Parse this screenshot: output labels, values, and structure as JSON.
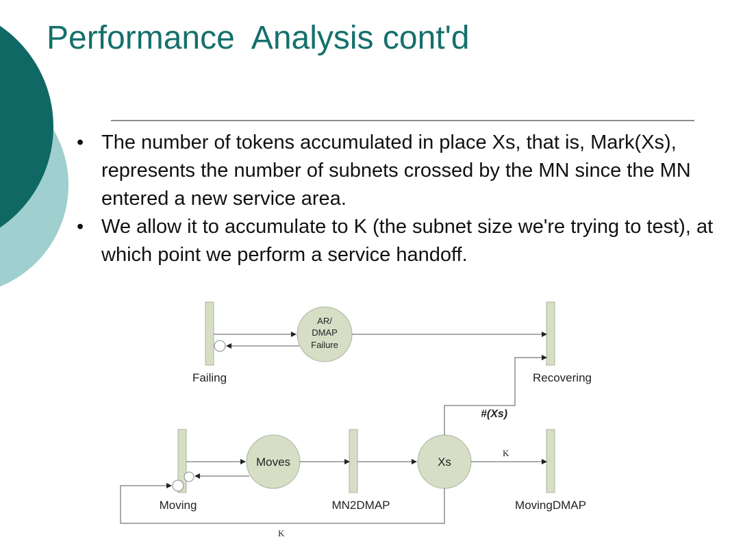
{
  "title": "Performance  Analysis cont'd",
  "bullets": [
    "The number of tokens accumulated in place Xs, that is, Mark(Xs), represents the number of subnets crossed by the MN since the MN entered a new service area.",
    "We allow it to accumulate to K (the subnet size we're trying to test), at which point we perform a service handoff."
  ],
  "diagram": {
    "failing": "Failing",
    "recovering": "Recovering",
    "failure_line1": "AR/",
    "failure_line2": "DMAP",
    "failure_line3": "Failure",
    "moves": "Moves",
    "xs": "Xs",
    "moving": "Moving",
    "mn2dmap": "MN2DMAP",
    "movingdmap": "MovingDMAP",
    "count_xs": "#(Xs)",
    "k_upper": "K",
    "k_lower": "K"
  },
  "colors": {
    "title": "#15706b",
    "dark_teal": "#0f6864",
    "light_teal": "#9fcfcf",
    "node_fill": "#d6dfc6",
    "node_stroke": "#a9b39a"
  }
}
